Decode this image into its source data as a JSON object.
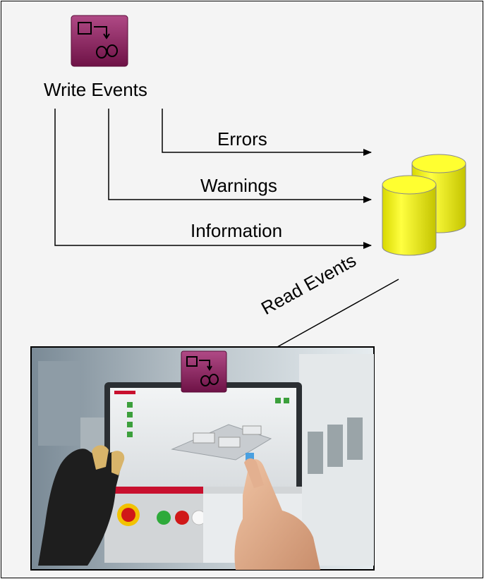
{
  "module": {
    "name": "Write Events",
    "icon": "event-logger-icon"
  },
  "arrows": {
    "errors": "Errors",
    "warnings": "Warnings",
    "information": "Information",
    "read": "Read Events"
  },
  "database": {
    "icon": "database-icon",
    "color": "#f5f500"
  },
  "hmi": {
    "icon": "event-logger-icon",
    "scene": "touch-panel-photo",
    "brand_color": "#c8102e"
  },
  "colors": {
    "module_icon_bg": "#8c1a5a",
    "arrow": "#000000"
  }
}
